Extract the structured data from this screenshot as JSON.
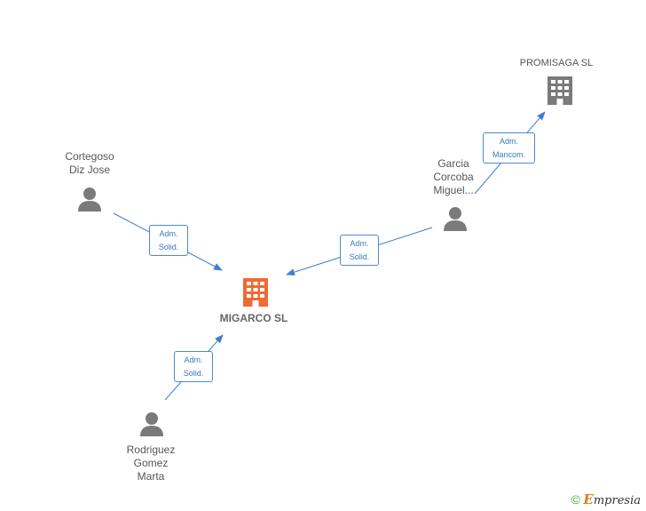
{
  "colors": {
    "edge": "#3b7fd4",
    "person": "#7a7a7a",
    "company": "#7a7a7a",
    "main_company": "#f06a35",
    "brand_accent": "#e07a1a",
    "copyright": "#4aa33b"
  },
  "nodes": {
    "main": {
      "label": "MIGARCO SL",
      "icon": "building-icon"
    },
    "promisaga": {
      "label": "PROMISAGA  SL",
      "icon": "building-icon"
    },
    "cortegoso": {
      "line1": "Cortegoso",
      "line2": "Diz Jose",
      "icon": "person-icon"
    },
    "garcia": {
      "line1": "Garcia",
      "line2": "Corcoba",
      "line3": "Miguel...",
      "icon": "person-icon"
    },
    "rodriguez": {
      "line1": "Rodriguez",
      "line2": "Gomez",
      "line3": "Marta",
      "icon": "person-icon"
    }
  },
  "edges": {
    "cortegoso_main": {
      "line1": "Adm.",
      "line2": "Solid."
    },
    "garcia_main": {
      "line1": "Adm.",
      "line2": "Solid."
    },
    "garcia_promisaga": {
      "line1": "Adm.",
      "line2": "Mancom."
    },
    "rodriguez_main": {
      "line1": "Adm.",
      "line2": "Solid."
    }
  },
  "brand": {
    "copyright": "©",
    "e": "E",
    "rest": "mpresia"
  }
}
